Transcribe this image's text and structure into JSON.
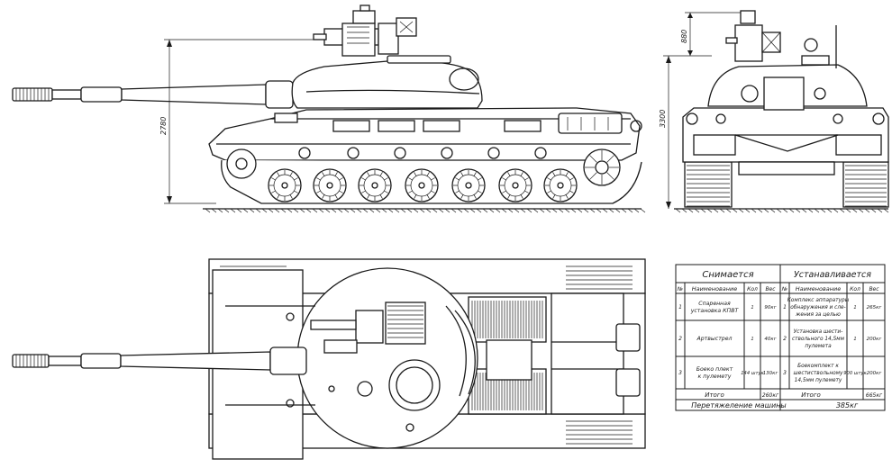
{
  "dimensions": {
    "height_side": "2780",
    "height_front": "3300",
    "turret_top": "880"
  },
  "table": {
    "removed_header": "Снимается",
    "installed_header": "Устанавливается",
    "col_no": "№",
    "col_name": "Наименование",
    "col_qty": "Кол",
    "col_weight": "Вес",
    "rows": [
      {
        "no": "1",
        "removed_name": [
          "Спаренная",
          "установка КПВТ"
        ],
        "removed_qty": "1",
        "removed_weight": "90кг",
        "installed_no": "1",
        "installed_name": [
          "Комплекс аппаратуры",
          "обнаружения и сле-",
          "жения за целью"
        ],
        "installed_qty": "1",
        "installed_weight": "265кг"
      },
      {
        "no": "2",
        "removed_name": [
          "Артвыстрел"
        ],
        "removed_qty": "1",
        "removed_weight": "40кг",
        "installed_no": "2",
        "installed_name": [
          "Установка шести-",
          "ствольного 14,5мм",
          "пулемета"
        ],
        "installed_qty": "1",
        "installed_weight": "200кг"
      },
      {
        "no": "3",
        "removed_name": [
          "Боеко плект",
          "к пулемету"
        ],
        "removed_qty": "144 штук",
        "removed_weight": "130кг",
        "installed_no": "3",
        "installed_name": [
          "Боекомплект к",
          "шестиствольному",
          "14,5мм пулемету"
        ],
        "installed_qty": "900 штук",
        "installed_weight": "200кг"
      }
    ],
    "total_label_removed": "Итого",
    "total_removed": "260кг",
    "total_label_installed": "Итого",
    "total_installed": "665кг",
    "overload_label": "Перетяжеление машины",
    "overload_value": "385кг"
  }
}
